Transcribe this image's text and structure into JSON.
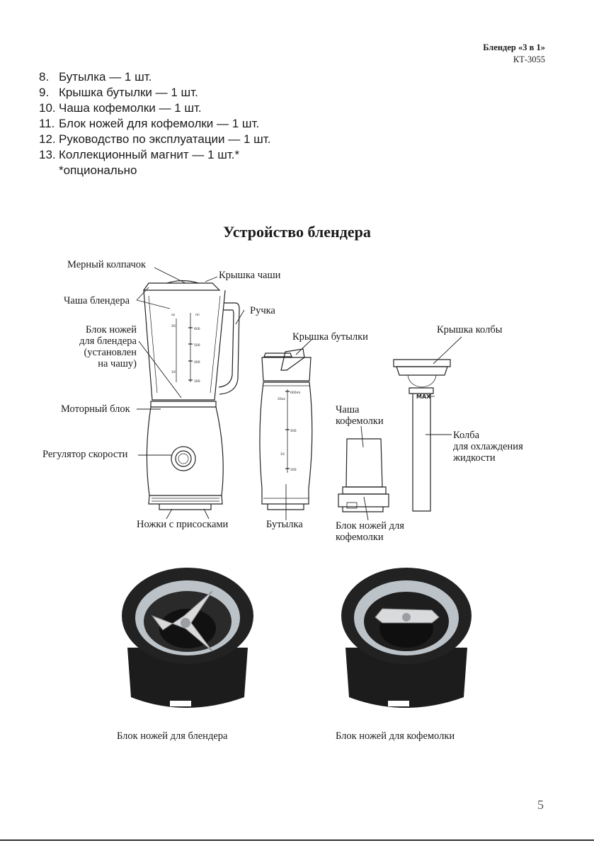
{
  "header": {
    "title": "Блендер «3 в 1»",
    "model": "КТ-3055"
  },
  "package_list": [
    {
      "num": "8.",
      "text": "Бутылка — 1 шт."
    },
    {
      "num": "9.",
      "text": "Крышка бутылки — 1 шт."
    },
    {
      "num": "10.",
      "text": "Чаша кофемолки — 1 шт."
    },
    {
      "num": "11.",
      "text": "Блок ножей для кофемолки — 1 шт."
    },
    {
      "num": "12.",
      "text": "Руководство по эксплуатации — 1 шт."
    },
    {
      "num": "13.",
      "text": "Коллекционный магнит — 1 шт.*"
    }
  ],
  "package_note": "*опционально",
  "section_title": "Устройство блендера",
  "labels": {
    "measuring_cap": "Мерный колпачок",
    "jar_lid": "Крышка чаши",
    "blender_jar": "Чаша блендера",
    "handle": "Ручка",
    "blade_unit_blender": "Блок ножей\nдля блендера\n(установлен\nна чашу)",
    "bottle_lid": "Крышка бутылки",
    "flask_lid": "Крышка колбы",
    "motor_unit": "Моторный блок",
    "grinder_bowl": "Чаша\nкофемолки",
    "cooling_flask": "Колба\nдля охлаждения\nжидкости",
    "speed_regulator": "Регулятор скорости",
    "suction_feet": "Ножки с присосками",
    "bottle": "Бутылка",
    "blade_unit_grinder": "Блок ножей для\nкофемолки"
  },
  "jar_scale": [
    "oz",
    "ml",
    "20",
    "600",
    "500",
    "400",
    "10",
    "300"
  ],
  "bottle_scale": [
    "600ml",
    "20oz",
    "400",
    "10",
    "200"
  ],
  "flask_max": "MAX",
  "photo_captions": {
    "blender_blades": "Блок ножей для блендера",
    "grinder_blades": "Блок ножей для кофемолки"
  },
  "page_number": "5"
}
